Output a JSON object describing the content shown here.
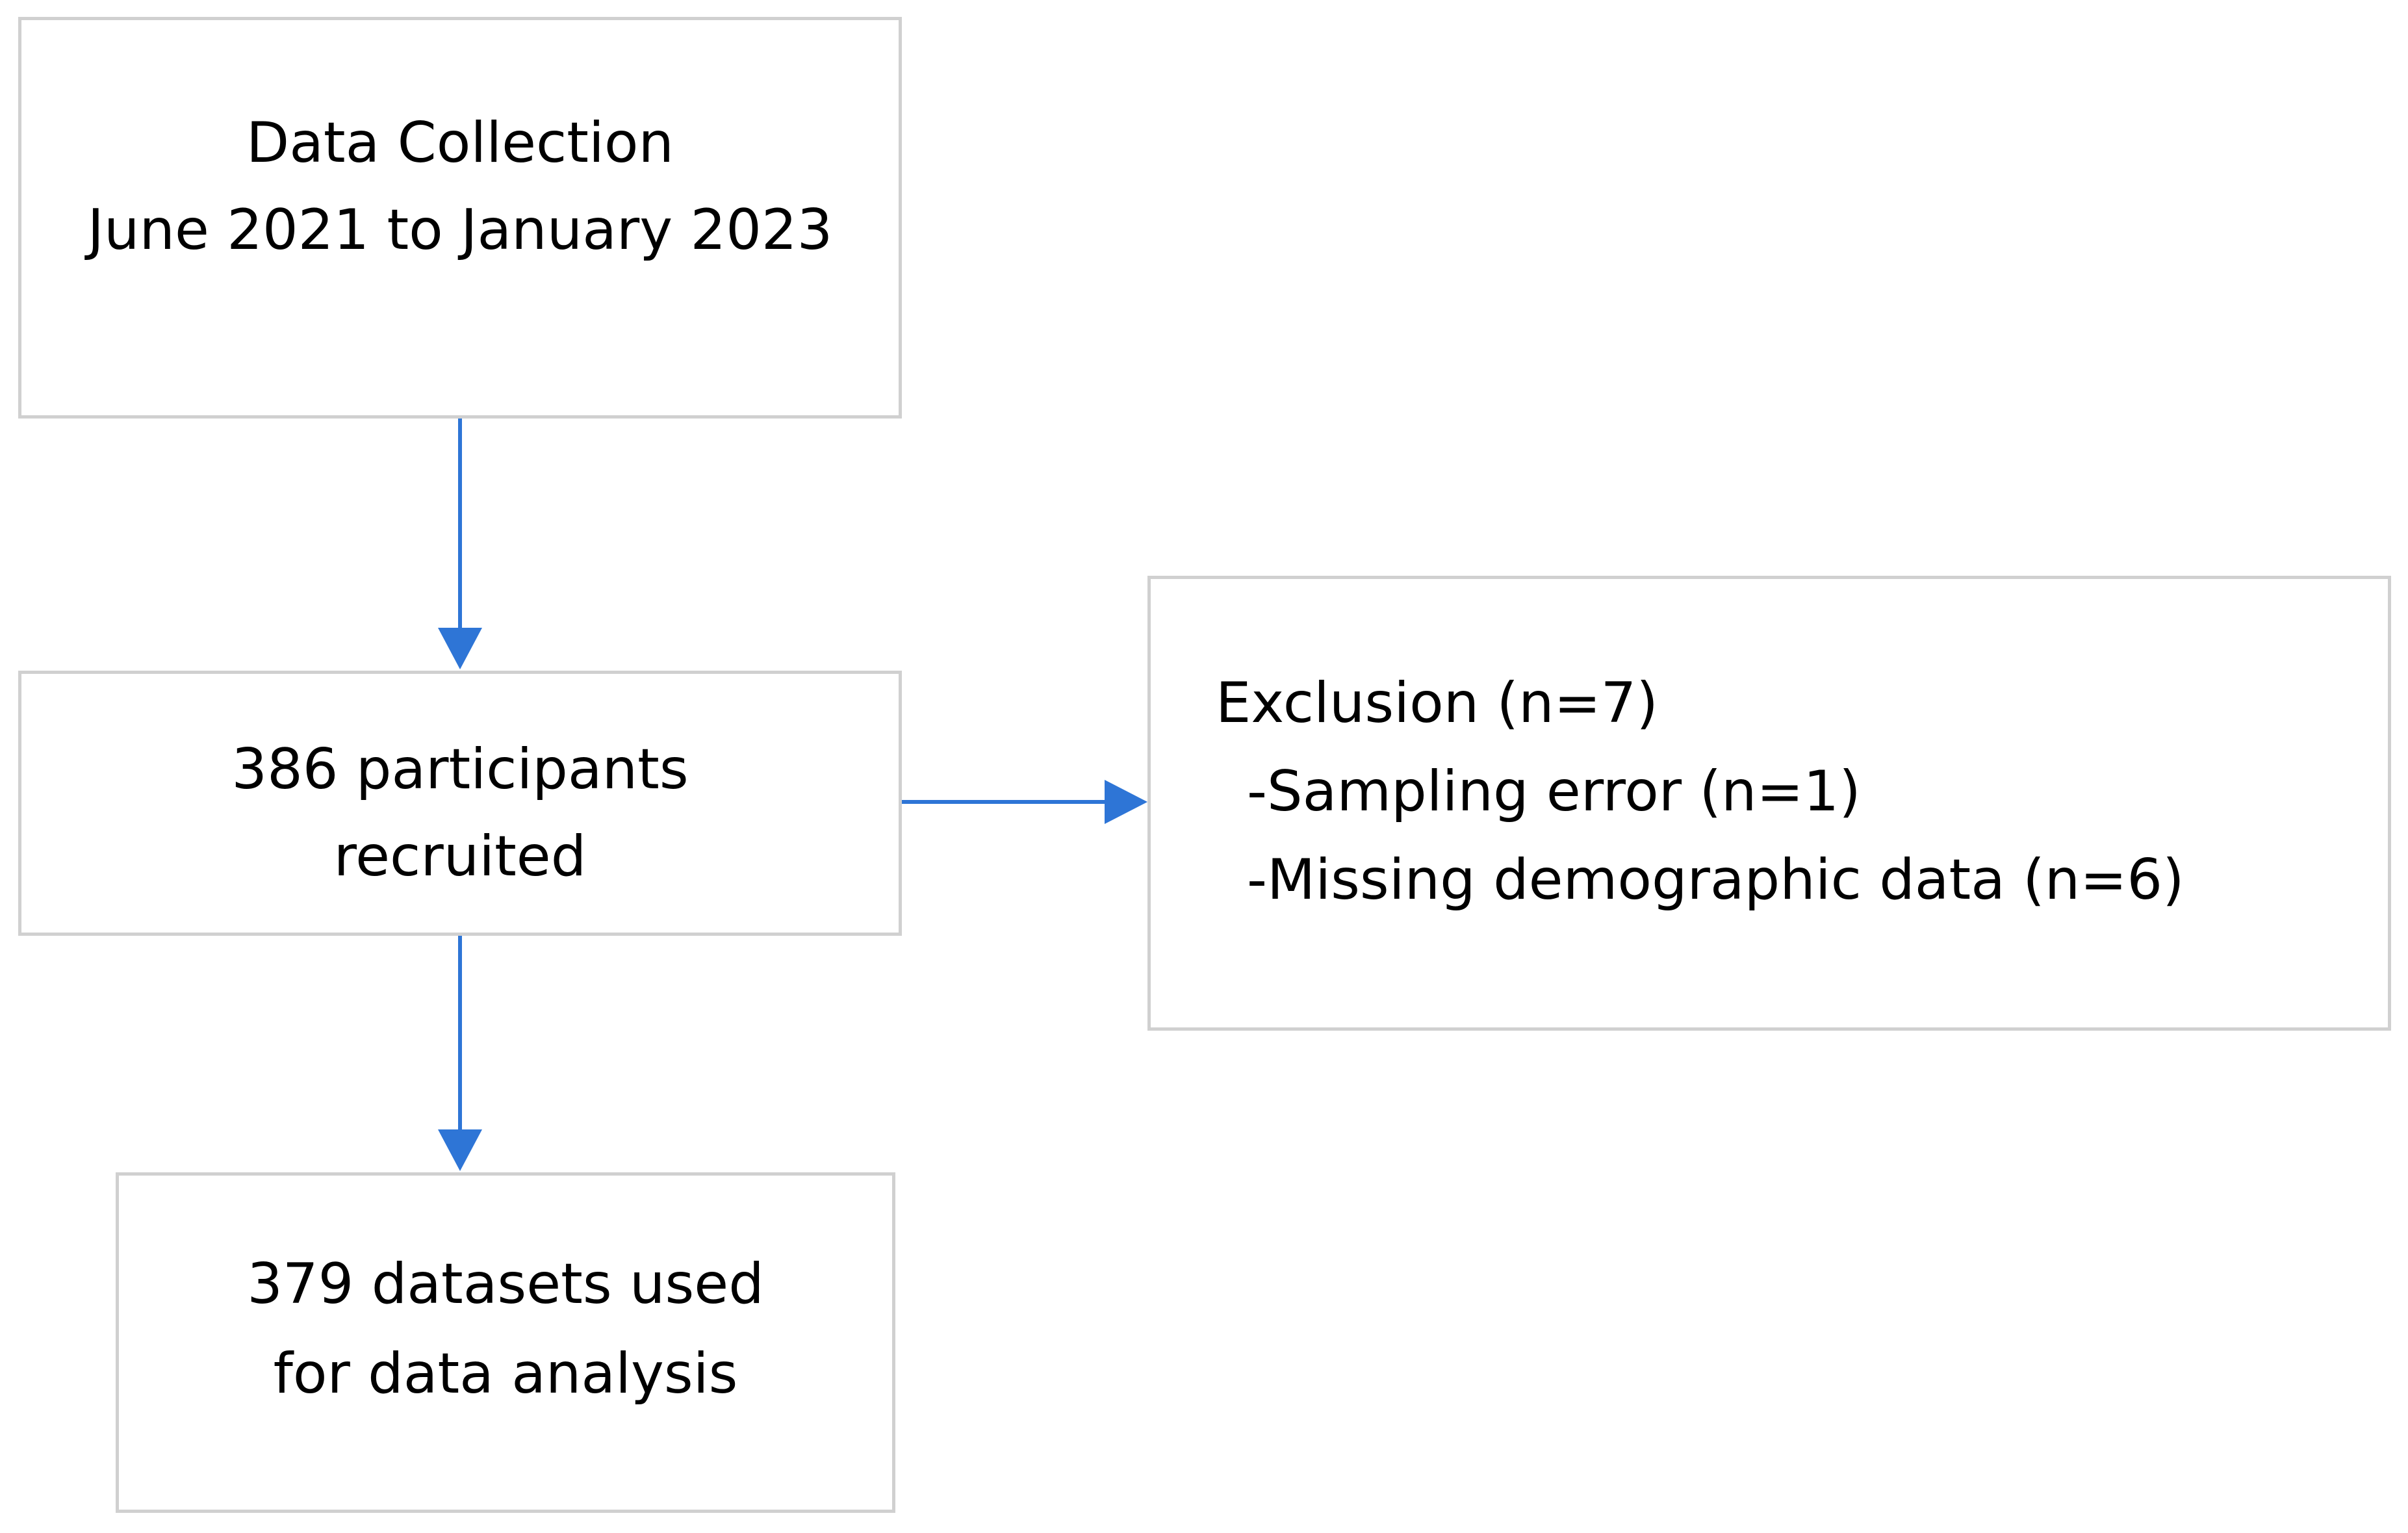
{
  "flowchart": {
    "accent_color": "#2e75d6",
    "border_color": "#d0d0d0",
    "boxes": {
      "collection": {
        "line1": "Data Collection",
        "line2": "June 2021 to January 2023"
      },
      "recruited": {
        "line1": "386 participants",
        "line2": "recruited"
      },
      "exclusion": {
        "line1": "Exclusion (n=7)",
        "line2": "-Sampling error (n=1)",
        "line3": "-Missing demographic data (n=6)"
      },
      "datasets": {
        "line1": "379 datasets used",
        "line2": "for data analysis"
      }
    },
    "connectors": [
      {
        "from": "collection",
        "to": "recruited",
        "direction": "down"
      },
      {
        "from": "recruited",
        "to": "exclusion",
        "direction": "right"
      },
      {
        "from": "recruited",
        "to": "datasets",
        "direction": "down"
      }
    ]
  }
}
